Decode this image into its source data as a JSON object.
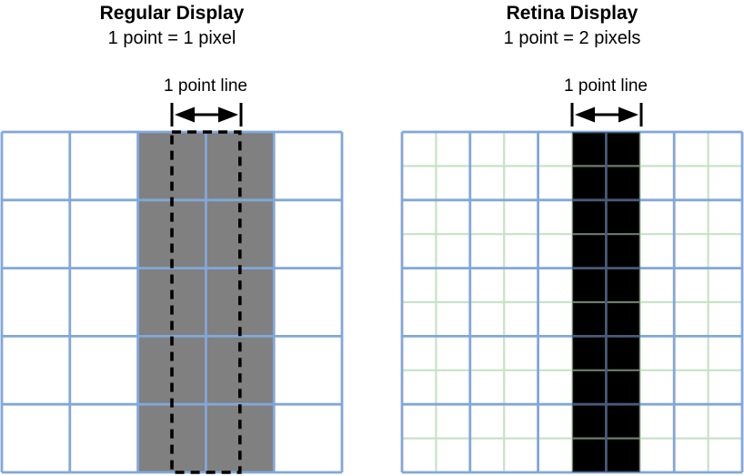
{
  "colors": {
    "grid_blue": "#82a7da",
    "grid_green": "#c8e2c6",
    "fill_gray": "#808080",
    "fill_black": "#000000",
    "dash_black": "#000000",
    "background": "#ffffff"
  },
  "left": {
    "title": "Regular Display",
    "subtitle": "1 point = 1 pixel",
    "annotation_label": "1 point line",
    "grid": {
      "cols": 5,
      "rows": 5,
      "subdiv": 1,
      "bg": "#ffffff",
      "line_color": "#82a7da",
      "fill": {
        "start": 2,
        "span": 2,
        "color": "#808080",
        "dim_lines": false
      },
      "dashed_overlay": {
        "start": 2.5,
        "span": 1,
        "color": "#000000"
      }
    }
  },
  "right": {
    "title": "Retina Display",
    "subtitle": "1 point = 2 pixels",
    "annotation_label": "1 point line",
    "grid": {
      "cols": 5,
      "rows": 5,
      "subdiv": 2,
      "bg": "#ffffff",
      "line_color": "#82a7da",
      "sub_line_color": "#c8e2c6",
      "fill": {
        "start": 5,
        "span": 2,
        "color": "#000000",
        "dim_lines": true
      }
    }
  }
}
